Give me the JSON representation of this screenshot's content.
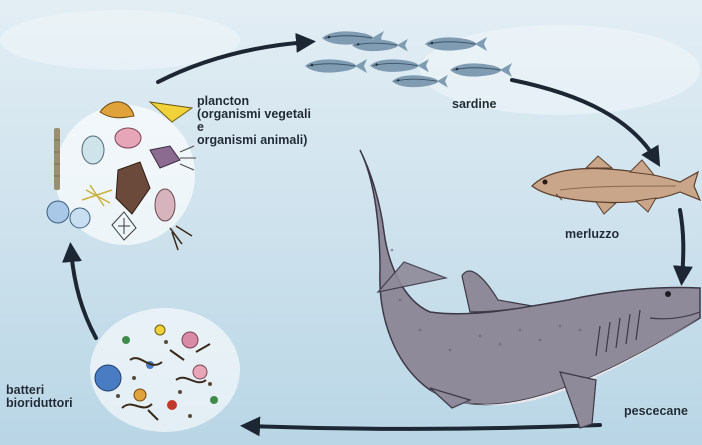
{
  "diagram": {
    "nodes": [
      {
        "id": "plankton",
        "label": "plancton\n(organismi vegetali\ne\norganismi animali)",
        "icon": "plankton-cluster-icon"
      },
      {
        "id": "sardines",
        "label": "sardine",
        "icon": "sardine-school-icon"
      },
      {
        "id": "cod",
        "label": "merluzzo",
        "icon": "cod-fish-icon"
      },
      {
        "id": "shark",
        "label": "pescecane",
        "icon": "shark-icon"
      },
      {
        "id": "bacteria",
        "label": "batteri\nbioriduttori",
        "icon": "bacteria-cluster-icon"
      }
    ],
    "edges": [
      {
        "from": "plankton",
        "to": "sardines"
      },
      {
        "from": "sardines",
        "to": "cod"
      },
      {
        "from": "cod",
        "to": "shark"
      },
      {
        "from": "shark",
        "to": "bacteria"
      },
      {
        "from": "bacteria",
        "to": "plankton"
      }
    ]
  },
  "colors": {
    "sea_top": "#e3eef4",
    "sea_bottom": "#b9d6e6",
    "arrow": "#1c2733",
    "shark_body": "#8f8a99",
    "shark_belly": "#e9e5ea",
    "sardine": "#7f9cb3",
    "cod": "#c9a68a"
  }
}
